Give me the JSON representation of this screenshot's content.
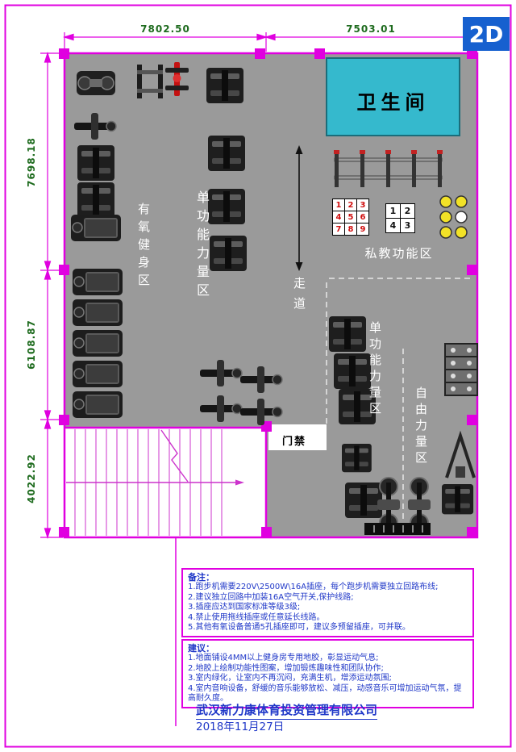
{
  "view_badge": "2D",
  "dimensions": {
    "top_left": "7802.50",
    "top_right": "7503.01",
    "left_upper": "7698.18",
    "left_middle": "6108.87",
    "left_lower": "4022.92"
  },
  "zones": {
    "bathroom": "卫生间",
    "aerobic": "有氧健身区",
    "strength_mid": "单功能力量区",
    "private": "私教功能区",
    "corridor": "走道",
    "strength_right": "单功能力量区",
    "free_weight": "自由力量区",
    "access": "门禁"
  },
  "keypads": {
    "grid9": [
      "1",
      "2",
      "3",
      "4",
      "5",
      "6",
      "7",
      "8",
      "9"
    ],
    "grid4": [
      "1",
      "2",
      "4",
      "3"
    ]
  },
  "notes": {
    "title": "备注：",
    "items": [
      "1.跑步机需要220V\\2500W\\16A插座，每个跑步机需要独立回路布线;",
      "2.建议独立回路中加装16A空气开关,保护线路;",
      "3.插座应达到国家标准等级3级;",
      "4.禁止使用拖线插座或任意延长线路。",
      "5.其他有氧设备普通5孔插座即可，建议多预留插座，可并联。"
    ]
  },
  "suggestions": {
    "title": "建议：",
    "items": [
      "1.地面铺设4MM以上健身房专用地胶，彰显运动气息;",
      "2.地胶上绘制功能性图案，增加锻炼趣味性和团队协作;",
      "3.室内绿化，让室内不再沉闷，充满生机，增添运动氛围;",
      "4.室内音响设备，舒缓的音乐能够放松、减压，动感音乐可增加运动气氛，提高耐久度。"
    ]
  },
  "footer": {
    "company": "武汉新力康体育投资管理有限公司",
    "date": "2018年11月27日"
  },
  "colors": {
    "wall": "#e000e0",
    "floor": "#9a9a9a",
    "bathroom_fill": "#35b9cd",
    "badge_bg": "#1660cf",
    "dim_text": "#1e6b1e",
    "note_text": "#2038c8"
  }
}
